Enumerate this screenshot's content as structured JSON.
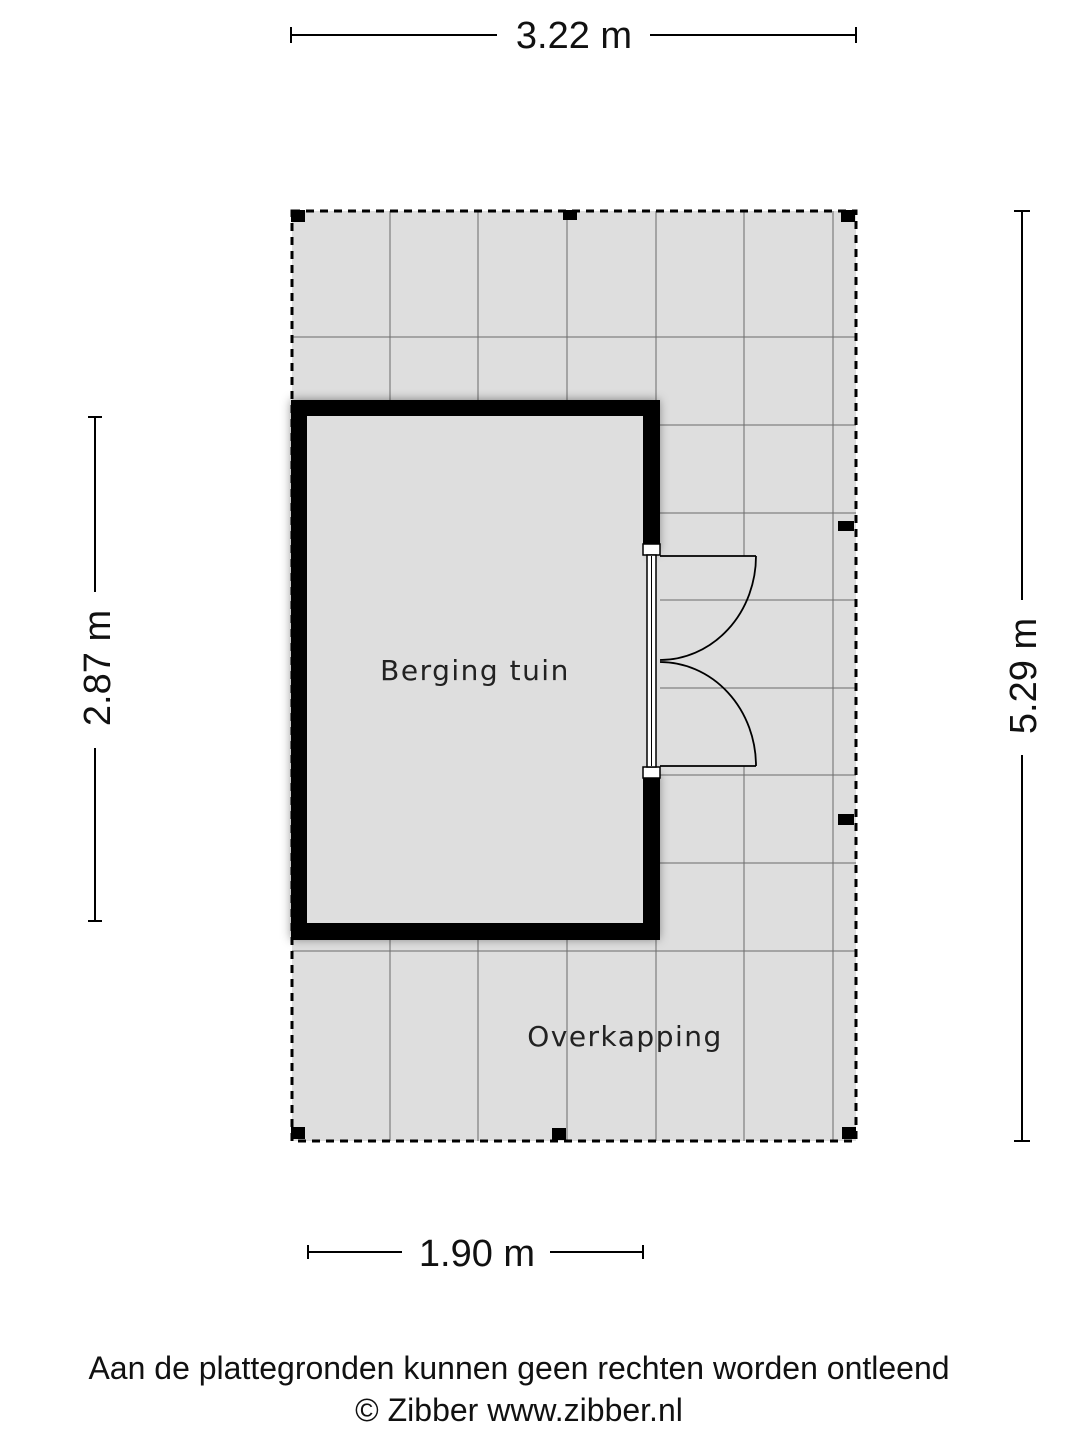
{
  "dimensions": {
    "top_width": "3.22 m",
    "right_height": "5.29 m",
    "left_height": "2.87 m",
    "bottom_width": "1.90 m"
  },
  "rooms": {
    "storage": "Berging tuin",
    "canopy": "Overkapping"
  },
  "footer": {
    "disclaimer": "Aan de plattegronden kunnen geen rechten worden ontleend",
    "copyright": "© Zibber www.zibber.nl"
  },
  "colors": {
    "floor": "#dedede",
    "wall": "#000000",
    "grid_line": "#6b6b6b",
    "dimension_line": "#000000"
  }
}
